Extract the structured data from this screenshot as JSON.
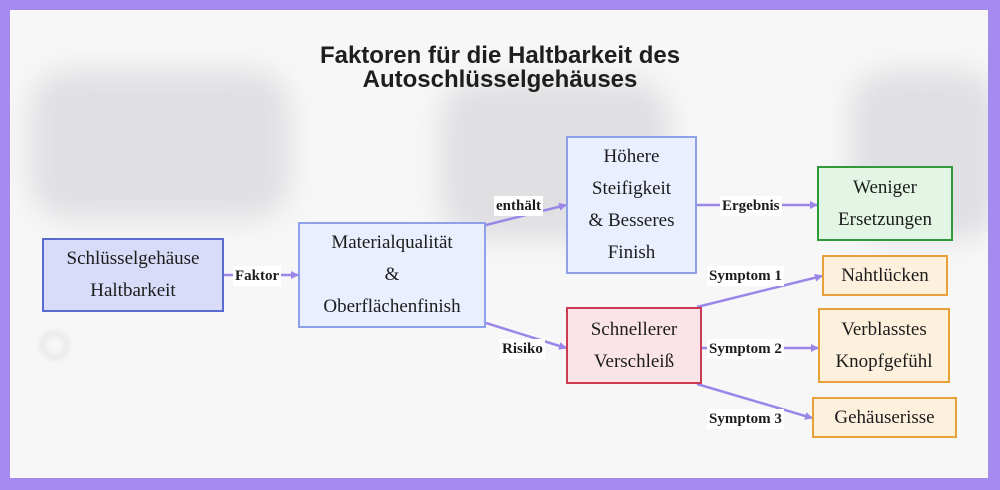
{
  "diagram": {
    "title_line1": "Faktoren für die Haltbarkeit des",
    "title_line2": "Autoschlüsselgehäuses",
    "colors": {
      "frame": "#a58bf0",
      "edge": "#9b86e8",
      "blue_border": "#5a6bd0",
      "green_border": "#2f9a3c",
      "red_border": "#cd3b52",
      "orange_border": "#e8a13a"
    },
    "nodes": {
      "haltbarkeit": "Schlüsselgehäuse\nHaltbarkeit",
      "material": "Materialqualität\n&\nOberflächenfinish",
      "steifigkeit": "Höhere\nSteifigkeit\n& Besseres\nFinish",
      "verschleiss": "Schnellerer\nVerschleiß",
      "ersetzungen": "Weniger\nErsetzungen",
      "nahtluecken": "Nahtlücken",
      "knopfgefuehl": "Verblasstes\nKnopfgefühl",
      "gehaeuserisse": "Gehäuserisse"
    },
    "edge_labels": {
      "faktor": "Faktor",
      "enthaelt": "enthält",
      "risiko": "Risiko",
      "ergebnis": "Ergebnis",
      "symptom1": "Symptom 1",
      "symptom2": "Symptom 2",
      "symptom3": "Symptom 3"
    }
  }
}
